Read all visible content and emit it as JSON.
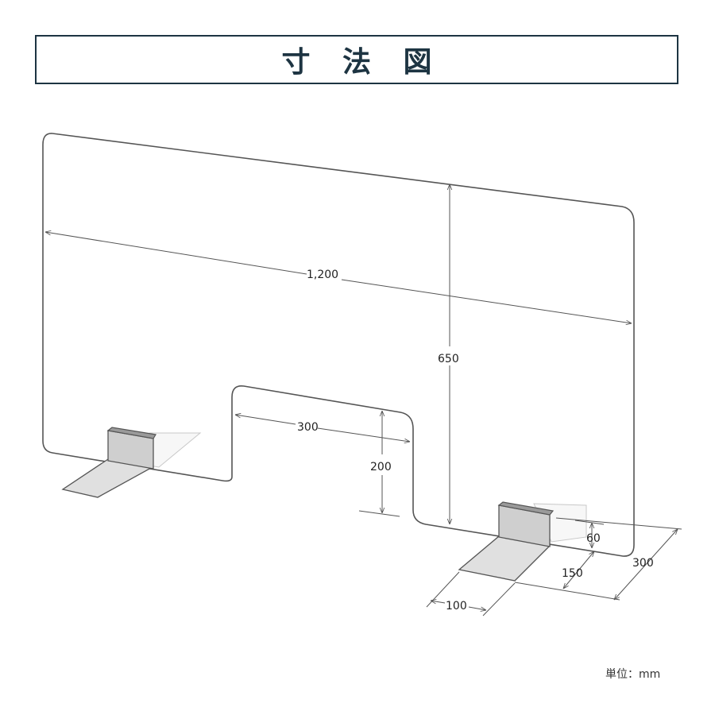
{
  "title": "寸 法 図",
  "dimensions": {
    "width": "1,200",
    "height": "650",
    "opening_width": "300",
    "opening_height": "200",
    "foot_height": "60",
    "foot_depth_inner": "150",
    "foot_depth_total": "300",
    "foot_width": "100"
  },
  "unit_label": "単位：mm",
  "colors": {
    "title_border": "#1d3442",
    "title_text": "#1d3442",
    "line": "#555555"
  }
}
